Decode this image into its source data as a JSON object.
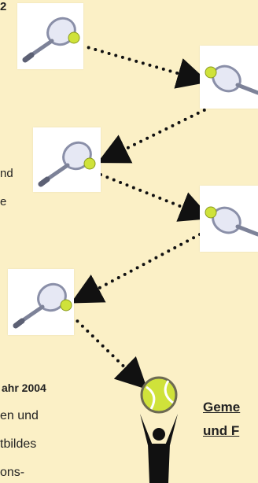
{
  "top_fragment": "2",
  "side_text_1": "nd",
  "side_text_2": "e",
  "text_block": {
    "heading": "ahr 2004",
    "line1": "en und",
    "line2": "tbildes",
    "line3": "ons-"
  },
  "link": {
    "line1": "Geme",
    "line2": "und F"
  },
  "colors": {
    "background": "#fbf0c6",
    "dots": "#111111",
    "ball": "#cfe23a"
  },
  "icons": [
    "tennis-racket-icon",
    "tennis-ball-icon",
    "trophy-person-icon"
  ]
}
